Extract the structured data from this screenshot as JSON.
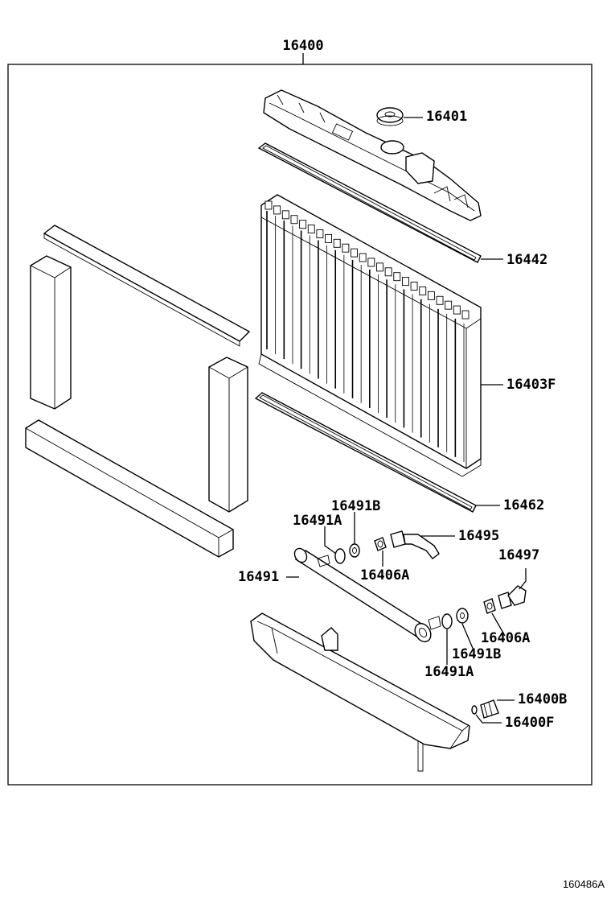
{
  "assembly": {
    "label": "16400"
  },
  "callouts": {
    "c16401": "16401",
    "c16442": "16442",
    "c16403F": "16403F",
    "c16462": "16462",
    "c16491B_top": "16491B",
    "c16491A_top": "16491A",
    "c16495": "16495",
    "c16497": "16497",
    "c16491": "16491",
    "c16406A_top": "16406A",
    "c16406A_bottom": "16406A",
    "c16491B_bottom": "16491B",
    "c16491A_bottom": "16491A",
    "c16400B": "16400B",
    "c16400F": "16400F"
  },
  "figure_code": "160486A"
}
